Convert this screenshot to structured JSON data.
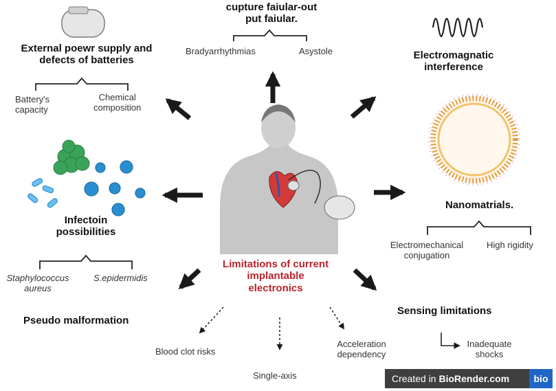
{
  "top": {
    "title": "cupture faiular-out\nput faiular.",
    "items": [
      "Bradyarrhythmias",
      "Asystole"
    ]
  },
  "power": {
    "title": "External poewr supply and\ndefects of batteries",
    "items": [
      "Battery's\ncapacity",
      "Chemical\ncomposition"
    ]
  },
  "emi": {
    "title": "Electromagnatic\ninterference"
  },
  "infection": {
    "title": "Infectoin\npossibilities",
    "items": [
      "Staphylococcus\naureus",
      "S.epidermidis"
    ]
  },
  "nano": {
    "title": "Nanomatrials.",
    "items": [
      "Electromechanical\nconjugation",
      "High rigidity"
    ]
  },
  "center": {
    "title": "Limitations of current\nimplantable\nelectronics"
  },
  "pseudo": {
    "title": "Pseudo malformation"
  },
  "sensing": {
    "title": "Sensing limitations",
    "items": [
      "Inadequate\nshocks"
    ]
  },
  "minor": {
    "blood_clot": "Blood clot risks",
    "single_axis": "Single-axis",
    "acceleration": "Acceleration\ndependency"
  },
  "badge": {
    "prefix": "Created in ",
    "brand": "BioRender.com",
    "logo": "bio"
  },
  "colors": {
    "accent_red": "#b8232a",
    "arrow": "#1a1a1a",
    "bacteria_blue": "#2a8fd0",
    "cluster_green": "#3aa35a",
    "badge_bg": "#3f3f3f",
    "logo_blue": "#1f66c7"
  }
}
